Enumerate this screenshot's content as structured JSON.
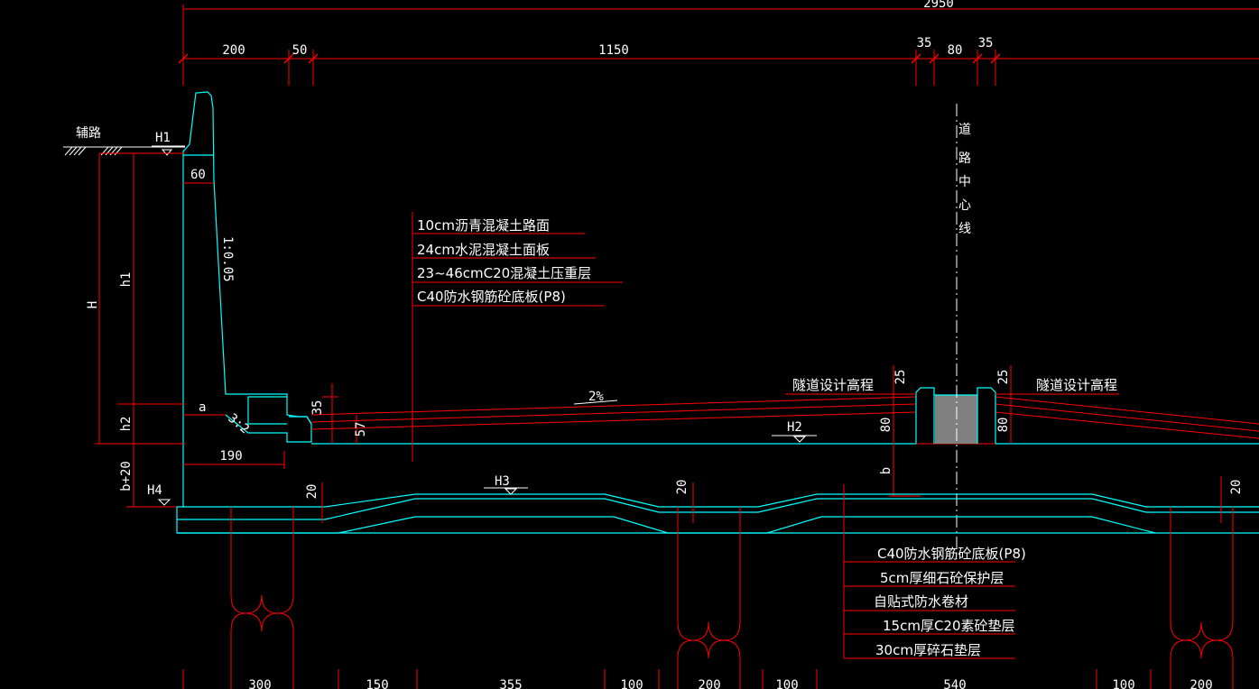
{
  "colors": {
    "background": "#000000",
    "dimension": "#ff0000",
    "structure": "#00ffff",
    "text": "#ffffff"
  },
  "dims_top": {
    "total": "2950",
    "d1": "200",
    "d2": "50",
    "d3": "1150",
    "d4": "35",
    "d5": "80",
    "d6": "35"
  },
  "dims_bottom": [
    "300",
    "150",
    "355",
    "100",
    "200",
    "100",
    "540",
    "100",
    "200"
  ],
  "labels": {
    "side_road": "辅路",
    "h1_level": "H1",
    "h2_level": "H2",
    "h3_level": "H3",
    "h4_level": "H4",
    "wall_top_width": "60",
    "wall_slope": "1:0.05",
    "H": "H",
    "h1": "h1",
    "h2": "h2",
    "a": "a",
    "slope_32": "3:2",
    "base_190": "190",
    "b20": "b+20",
    "b": "b",
    "d35": "35",
    "d57": "57",
    "d25_left": "25",
    "d25_right": "25",
    "d80_left": "80",
    "d80_right": "80",
    "d20_1": "20",
    "d20_2": "20",
    "d20_3": "20",
    "grade": "2%",
    "tunnel_elev_left": "隧道设计高程",
    "tunnel_elev_right": "隧道设计高程",
    "centerline": [
      "道",
      "路",
      "中",
      "心",
      "线"
    ]
  },
  "pavement_layers": [
    "10cm沥青混凝土路面",
    "24cm水泥混凝土面板",
    "23~46cmC20混凝土压重层",
    "C40防水钢筋砼底板(P8)"
  ],
  "base_layers": [
    "C40防水钢筋砼底板(P8)",
    "5cm厚细石砼保护层",
    "自贴式防水卷材",
    "15cm厚C20素砼垫层",
    "30cm厚碎石垫层"
  ]
}
